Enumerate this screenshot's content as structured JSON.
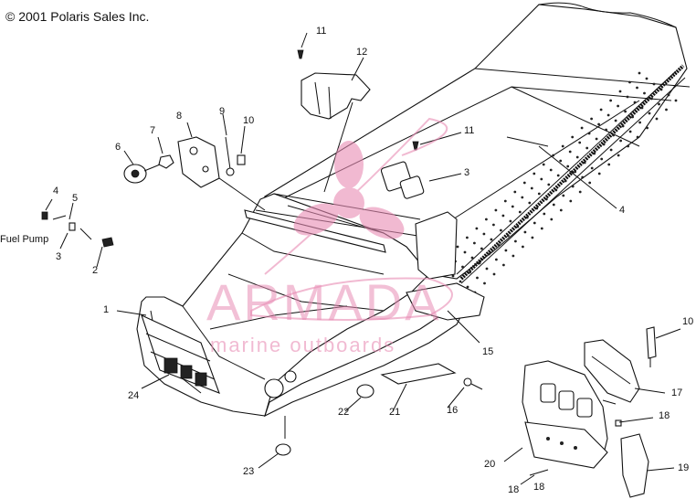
{
  "copyright": "© 2001 Polaris Sales Inc.",
  "watermark": {
    "brand": "ARMADA",
    "tagline": "marine outboards",
    "color": "#e88cb4"
  },
  "callouts": [
    {
      "id": "c11a",
      "text": "11"
    },
    {
      "id": "c12",
      "text": "12"
    },
    {
      "id": "c8",
      "text": "8"
    },
    {
      "id": "c9",
      "text": "9"
    },
    {
      "id": "c10a",
      "text": "10"
    },
    {
      "id": "c7",
      "text": "7"
    },
    {
      "id": "c6",
      "text": "6"
    },
    {
      "id": "c11b",
      "text": "11"
    },
    {
      "id": "c3a",
      "text": "3"
    },
    {
      "id": "c4a",
      "text": "4"
    },
    {
      "id": "c5",
      "text": "5"
    },
    {
      "id": "cfuel",
      "text": "Fuel Pump"
    },
    {
      "id": "c3b",
      "text": "3"
    },
    {
      "id": "c2",
      "text": "2"
    },
    {
      "id": "c4b",
      "text": "4"
    },
    {
      "id": "c1",
      "text": "1"
    },
    {
      "id": "c10b",
      "text": "10"
    },
    {
      "id": "c15",
      "text": "15"
    },
    {
      "id": "c24",
      "text": "24"
    },
    {
      "id": "c22",
      "text": "22"
    },
    {
      "id": "c21",
      "text": "21"
    },
    {
      "id": "c16",
      "text": "16"
    },
    {
      "id": "c17",
      "text": "17"
    },
    {
      "id": "c18a",
      "text": "18"
    },
    {
      "id": "c18b",
      "text": "18"
    },
    {
      "id": "c20",
      "text": "20"
    },
    {
      "id": "c19",
      "text": "19"
    },
    {
      "id": "c23",
      "text": "23"
    },
    {
      "id": "c18c",
      "text": "18"
    }
  ]
}
